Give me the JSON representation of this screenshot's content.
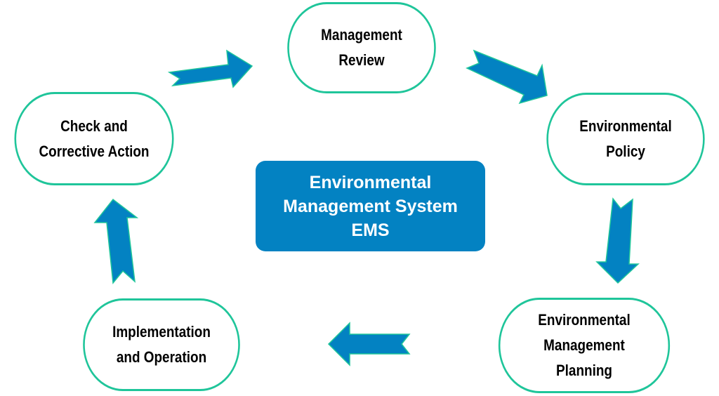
{
  "diagram": {
    "center": {
      "lines": [
        "Environmental",
        "Management System",
        "EMS"
      ]
    },
    "nodes": [
      {
        "id": "management-review",
        "lines": [
          "Management",
          "Review"
        ]
      },
      {
        "id": "environmental-policy",
        "lines": [
          "Environmental",
          "Policy"
        ]
      },
      {
        "id": "environmental-management-planning",
        "lines": [
          "Environmental",
          "Management",
          "Planning"
        ]
      },
      {
        "id": "implementation-and-operation",
        "lines": [
          "Implementation",
          "and Operation"
        ]
      },
      {
        "id": "check-and-corrective-action",
        "lines": [
          "Check and",
          "Corrective Action"
        ]
      }
    ],
    "flow": [
      {
        "from": "check-and-corrective-action",
        "to": "management-review"
      },
      {
        "from": "management-review",
        "to": "environmental-policy"
      },
      {
        "from": "environmental-policy",
        "to": "environmental-management-planning"
      },
      {
        "from": "environmental-management-planning",
        "to": "implementation-and-operation"
      },
      {
        "from": "implementation-and-operation",
        "to": "check-and-corrective-action"
      }
    ],
    "colors": {
      "node_border": "#1fc59a",
      "center_fill": "#0382c2",
      "arrow_fill": "#0382c2"
    }
  }
}
